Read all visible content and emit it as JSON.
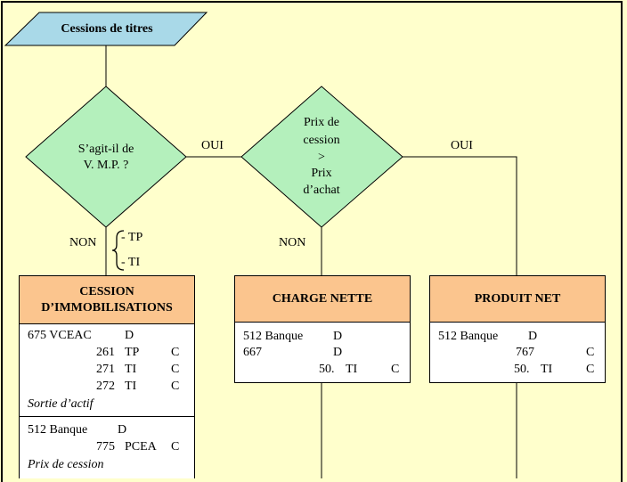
{
  "start": {
    "label": "Cessions de titres"
  },
  "decision1": {
    "line1": "S’agit-il de",
    "line2": "V. M.P. ?"
  },
  "decision2": {
    "line1": "Prix de",
    "line2": "cession",
    "line3": ">",
    "line4": "Prix",
    "line5": "d’achat"
  },
  "edges": {
    "oui1": "OUI",
    "oui2": "OUI",
    "non1": "NON",
    "non2": "NON"
  },
  "brace": {
    "tp": "- TP",
    "ti": "- TI"
  },
  "cession": {
    "title_line1": "CESSION",
    "title_line2": "D’IMMOBILISATIONS",
    "entry1": {
      "r1": {
        "acc": "675 VCEAC",
        "dc": "D"
      },
      "r2": {
        "acc": "261",
        "name": "TP",
        "dc": "C"
      },
      "r3": {
        "acc": "271",
        "name": "TI",
        "dc": "C"
      },
      "r4": {
        "acc": "272",
        "name": "TI",
        "dc": "C"
      },
      "caption": "Sortie d’actif"
    },
    "entry2": {
      "r1": {
        "acc": "512 Banque",
        "dc": "D"
      },
      "r2": {
        "acc": "775",
        "name": "PCEA",
        "dc": "C"
      },
      "caption": "Prix de cession"
    }
  },
  "charge": {
    "title": "CHARGE NETTE",
    "r1": {
      "acc": "512 Banque",
      "dc": "D"
    },
    "r2": {
      "acc": "667",
      "dc": "D"
    },
    "r3": {
      "acc": "50.",
      "name": "TI",
      "dc": "C"
    }
  },
  "produit": {
    "title": "PRODUIT NET",
    "r1": {
      "acc": "512 Banque",
      "dc": "D"
    },
    "r2": {
      "acc": "767",
      "dc": "C"
    },
    "r3": {
      "acc": "50.",
      "name": "TI",
      "dc": "C"
    }
  },
  "colors": {
    "background": "#ffffcc",
    "start_fill": "#a9d9e8",
    "decision_fill": "#b4f0bc",
    "box_head": "#fbc58e",
    "box_body": "#ffffff"
  }
}
